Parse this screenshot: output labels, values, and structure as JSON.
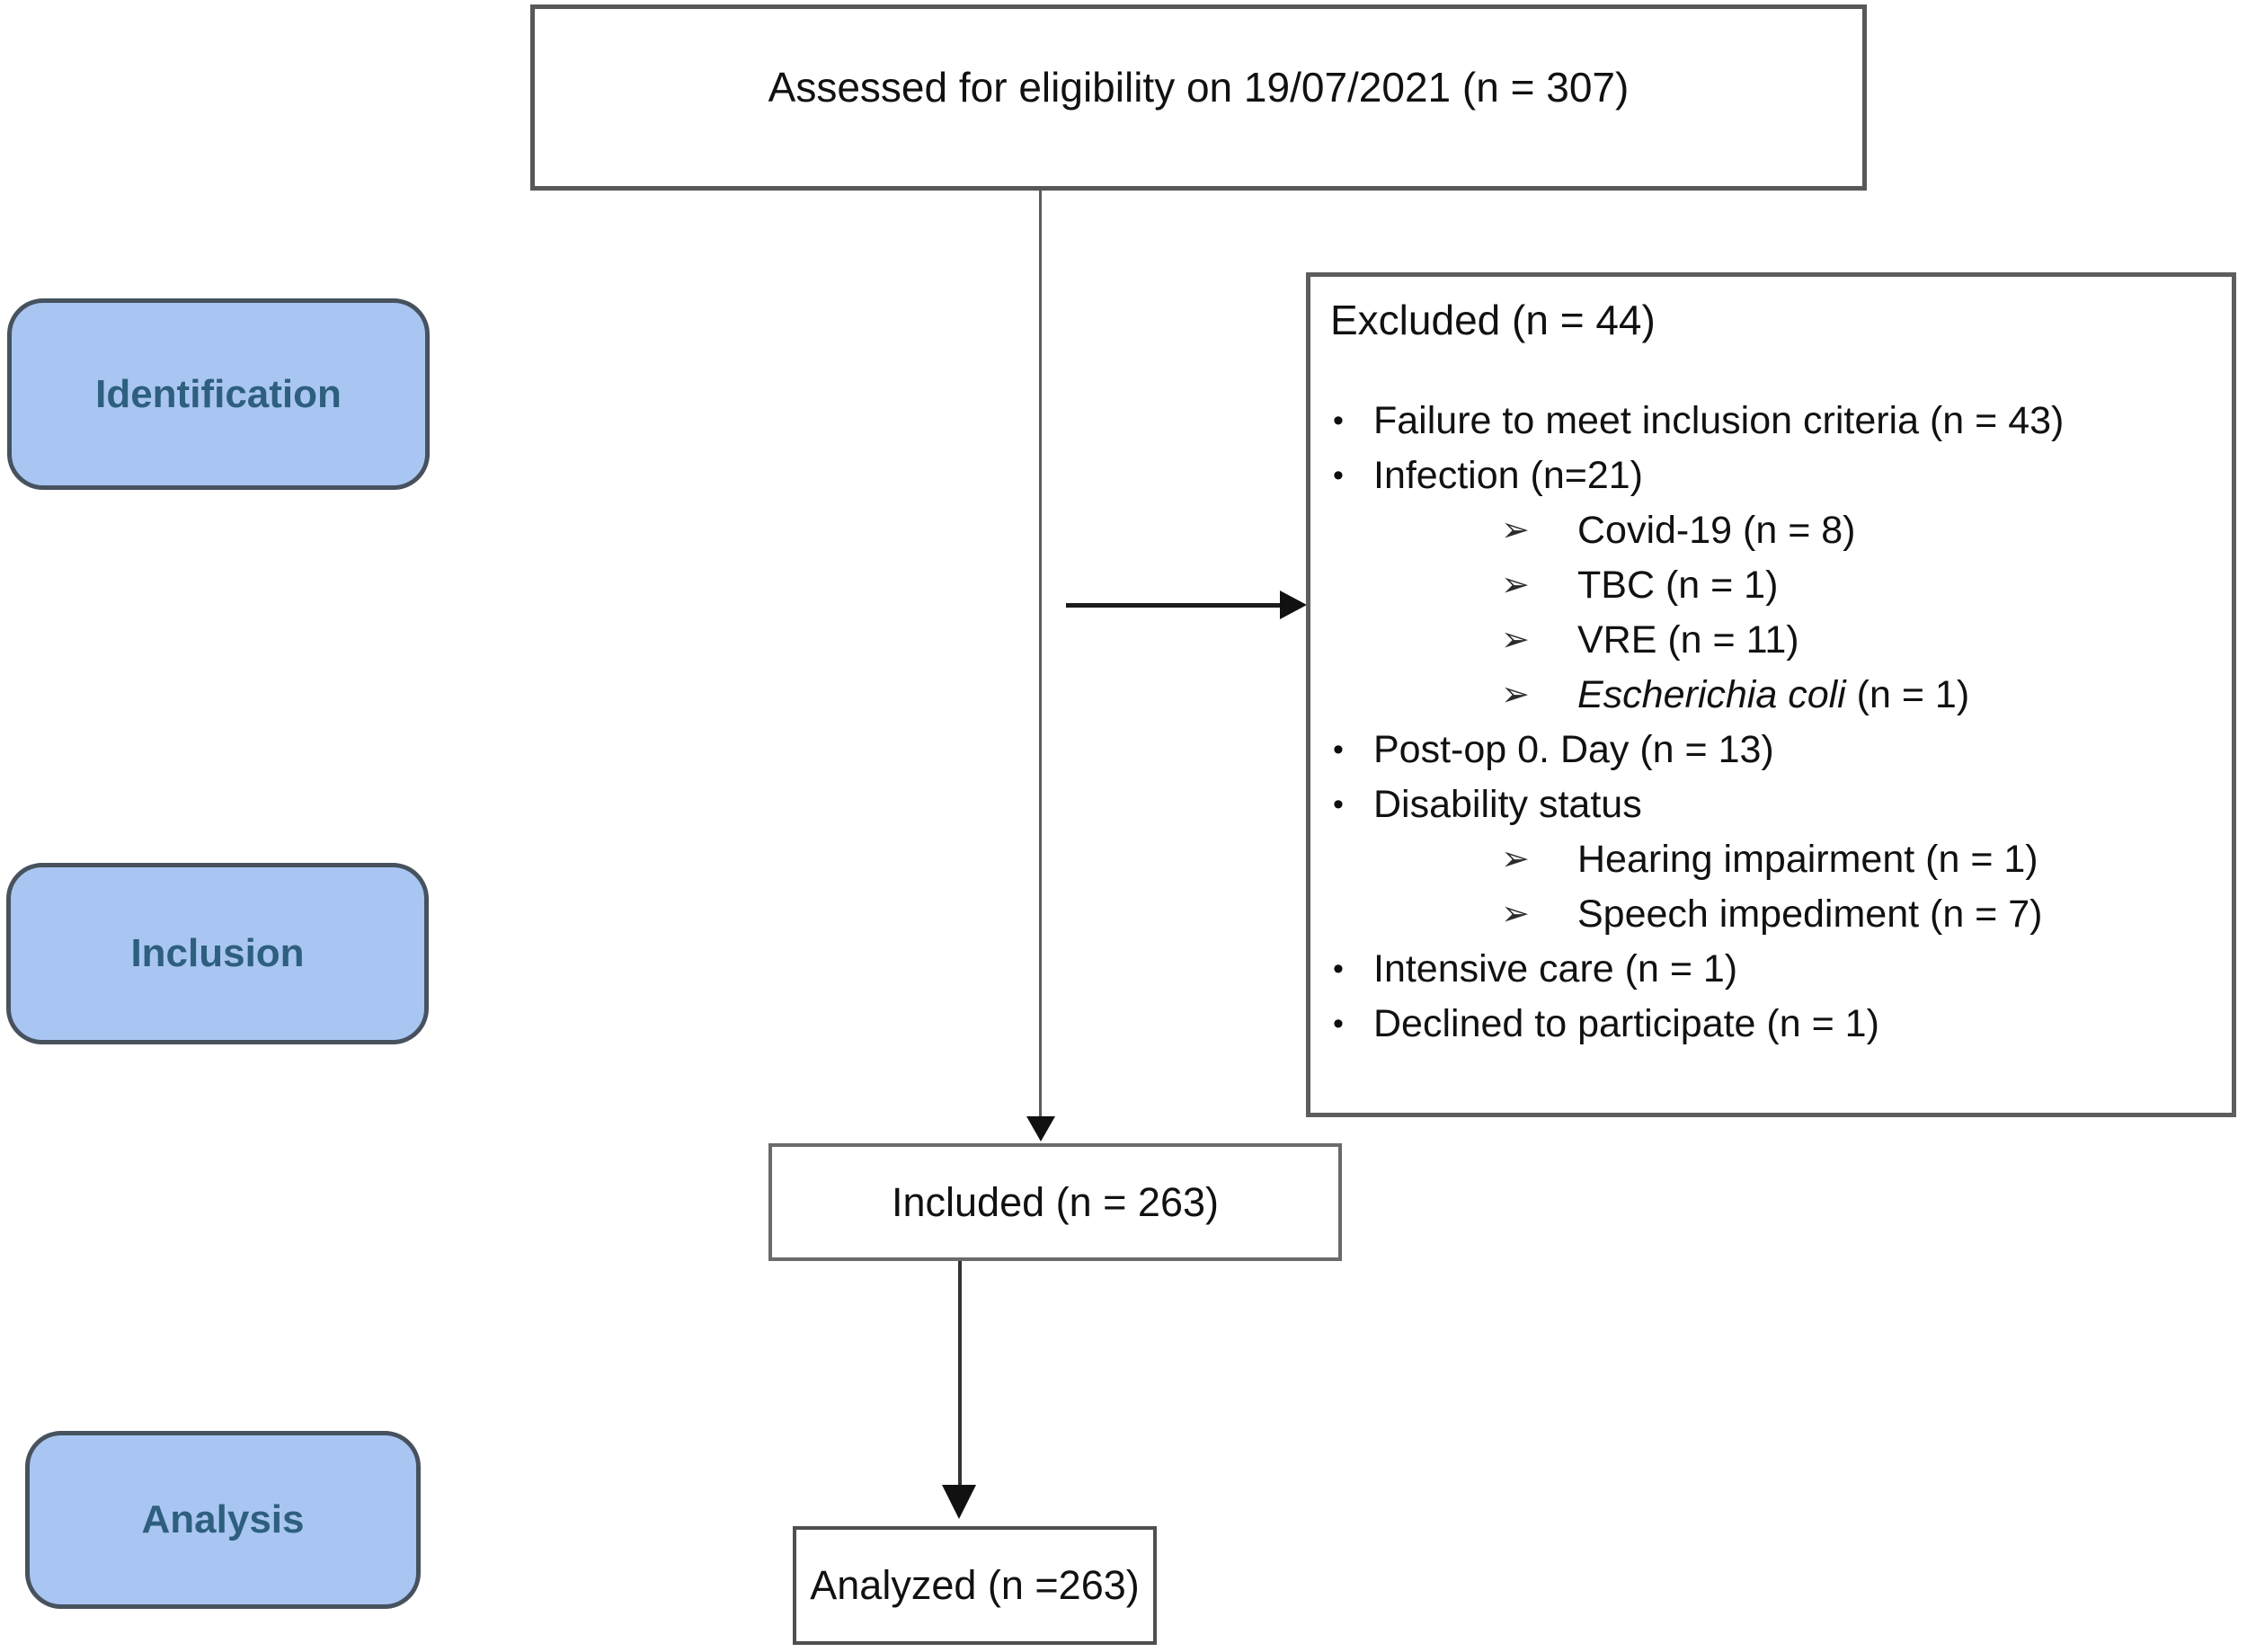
{
  "diagram": {
    "top_box": {
      "label": "Assessed for eligibility on 19/07/2021 (n = 307)"
    },
    "stages": [
      {
        "label": "Identification"
      },
      {
        "label": "Inclusion"
      },
      {
        "label": "Analysis"
      }
    ],
    "excluded_box": {
      "title": "Excluded (n = 44)",
      "bullet_glyph": "•",
      "arrow_glyph": "➢",
      "items": [
        {
          "level": 1,
          "text": "Failure to meet inclusion criteria (n = 43)"
        },
        {
          "level": 1,
          "text": "Infection (n=21)"
        },
        {
          "level": 2,
          "text": "Covid-19 (n = 8)"
        },
        {
          "level": 2,
          "text": "TBC (n = 1)"
        },
        {
          "level": 2,
          "text": "VRE (n = 11)"
        },
        {
          "level": 2,
          "italic_text": "Escherichia coli",
          "text": " (n = 1)"
        },
        {
          "level": 1,
          "text": "Post-op 0. Day (n = 13)"
        },
        {
          "level": 1,
          "text": "Disability status"
        },
        {
          "level": 2,
          "text": "Hearing impairment (n = 1)"
        },
        {
          "level": 2,
          "text": "Speech impediment (n = 7)"
        },
        {
          "level": 1,
          "text": "Intensive care (n = 1)"
        },
        {
          "level": 1,
          "text": "Declined to participate (n = 1)"
        }
      ]
    },
    "included_box": {
      "label": "Included (n = 263)"
    },
    "analyzed_box": {
      "label": "Analyzed (n =263)"
    },
    "colors": {
      "stage_fill": "#a9c6f2",
      "stage_border": "#47525e",
      "stage_text": "#2e5f7e",
      "box_border": "#585858",
      "arrow": "#111111",
      "background": "#ffffff"
    }
  }
}
